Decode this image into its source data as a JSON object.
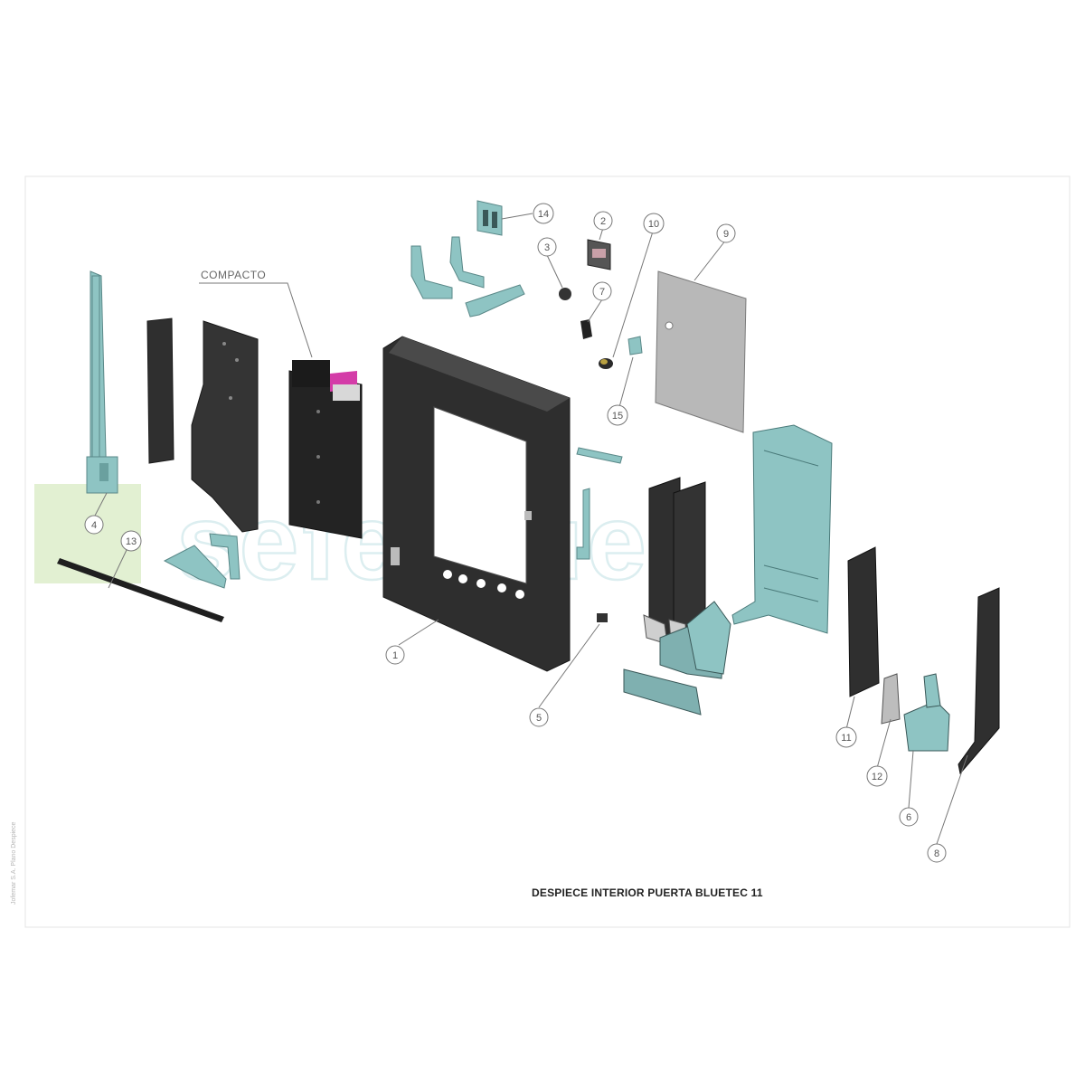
{
  "title": "DESPIECE INTERIOR PUERTA BLUETEC 11",
  "compacto_label": "COMPACTO",
  "side_note": "Jofemar S.A. Plano Despiece",
  "watermark": "seferquer",
  "colors": {
    "part_teal": "#8ec4c3",
    "part_dark": "#2c2c2c",
    "panel_gray": "#b8b8b8",
    "magenta": "#d43ca8",
    "callout_line": "#777777",
    "watermark_green": "#e2f0d2",
    "watermark_teal": "#dceef0"
  },
  "callouts": [
    {
      "number": "1"
    },
    {
      "number": "2"
    },
    {
      "number": "3"
    },
    {
      "number": "4"
    },
    {
      "number": "5"
    },
    {
      "number": "6"
    },
    {
      "number": "7"
    },
    {
      "number": "8"
    },
    {
      "number": "9"
    },
    {
      "number": "10"
    },
    {
      "number": "11"
    },
    {
      "number": "12"
    },
    {
      "number": "13"
    },
    {
      "number": "14"
    },
    {
      "number": "15"
    }
  ]
}
